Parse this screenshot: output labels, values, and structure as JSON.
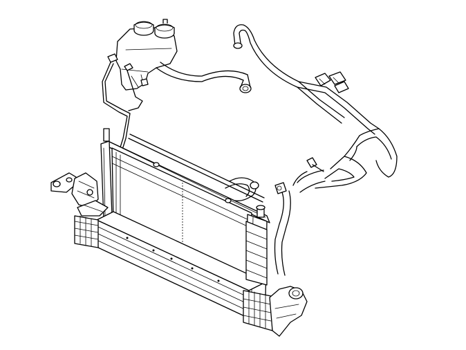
{
  "diagram": {
    "kind": "line-art",
    "subject_parts": [
      "coolant-expansion-tank",
      "radiator",
      "charge-air-cooler",
      "cooling-hoses",
      "mounting-bracket"
    ],
    "colors": {
      "stroke": "#000000",
      "background": "#ffffff"
    }
  }
}
